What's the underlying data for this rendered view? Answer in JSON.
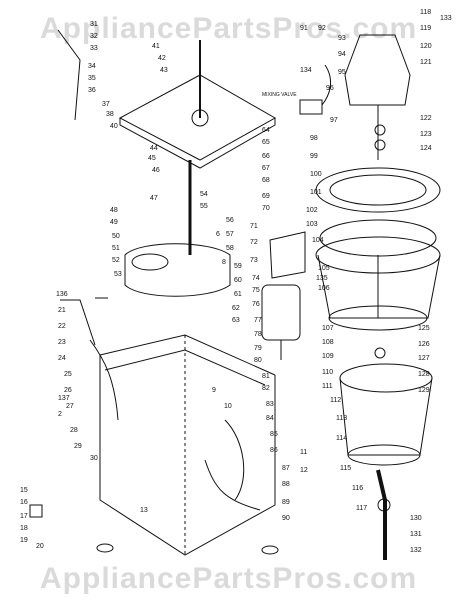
{
  "watermark": "AppliancePartsPros.com",
  "note_label": "MIXING VALVE",
  "colors": {
    "line": "#111111",
    "paper": "#ffffff",
    "watermark": "#9a9a9a"
  },
  "part_labels": [
    "31",
    "32",
    "33",
    "34",
    "35",
    "36",
    "37",
    "38",
    "40",
    "41",
    "42",
    "43",
    "44",
    "45",
    "46",
    "47",
    "48",
    "49",
    "50",
    "51",
    "52",
    "53",
    "54",
    "55",
    "56",
    "57",
    "58",
    "59",
    "60",
    "61",
    "62",
    "63",
    "64",
    "65",
    "66",
    "67",
    "68",
    "69",
    "70",
    "71",
    "72",
    "73",
    "74",
    "75",
    "76",
    "77",
    "78",
    "79",
    "80",
    "81",
    "82",
    "83",
    "84",
    "85",
    "86",
    "87",
    "88",
    "89",
    "90",
    "91",
    "92",
    "93",
    "94",
    "95",
    "96",
    "97",
    "98",
    "99",
    "100",
    "101",
    "102",
    "103",
    "104",
    "105",
    "106",
    "107",
    "108",
    "109",
    "110",
    "111",
    "112",
    "113",
    "114",
    "115",
    "116",
    "117",
    "118",
    "119",
    "120",
    "121",
    "122",
    "123",
    "124",
    "125",
    "126",
    "127",
    "128",
    "129",
    "130",
    "131",
    "132",
    "133",
    "134",
    "135",
    "136",
    "137",
    "2",
    "6",
    "8",
    "9",
    "10",
    "11",
    "12",
    "13",
    "15",
    "16",
    "17",
    "18",
    "19",
    "20",
    "21",
    "22",
    "23",
    "24",
    "25",
    "26",
    "27",
    "28",
    "29",
    "30"
  ]
}
